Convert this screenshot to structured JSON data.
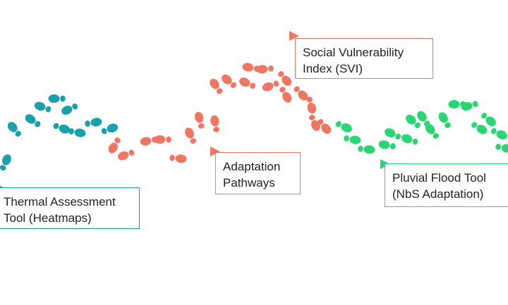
{
  "colors": {
    "teal": "#1AA0AA",
    "coral": "#EE7662",
    "green": "#2AD574"
  },
  "icons": {
    "footprint": "footprint-icon",
    "pointer": "flag-triangle-icon"
  },
  "stages": [
    {
      "id": "thermal",
      "color": "teal",
      "lines": [
        "Thermal Assessment",
        "Tool (Heatmaps)"
      ]
    },
    {
      "id": "adapt",
      "color": "coral",
      "lines": [
        "Adaptation",
        "Pathways"
      ]
    },
    {
      "id": "svi",
      "color": "coral",
      "lines": [
        "Social Vulnerability",
        "Index (SVI)"
      ]
    },
    {
      "id": "pluvial",
      "color": "green",
      "lines": [
        "Pluvial Flood Tool",
        "(NbS Adaptation)"
      ]
    }
  ]
}
